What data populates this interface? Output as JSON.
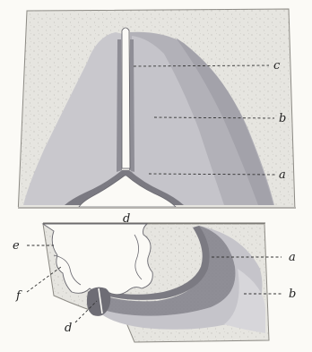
{
  "figure": {
    "labels": {
      "upper_c": "c",
      "upper_b": "b",
      "upper_a": "a",
      "upper_d": "d",
      "lower_e": "e",
      "lower_a": "a",
      "lower_f": "f",
      "lower_b": "b",
      "lower_d": "d"
    },
    "colors": {
      "paper": "#fbfaf6",
      "tissue_outer": "#e6e5e0",
      "layer_light": "#c9c8cd",
      "layer_mid": "#b2b1b8",
      "layer_dark": "#8f8e96",
      "layer_inner": "#7b7a82"
    }
  }
}
